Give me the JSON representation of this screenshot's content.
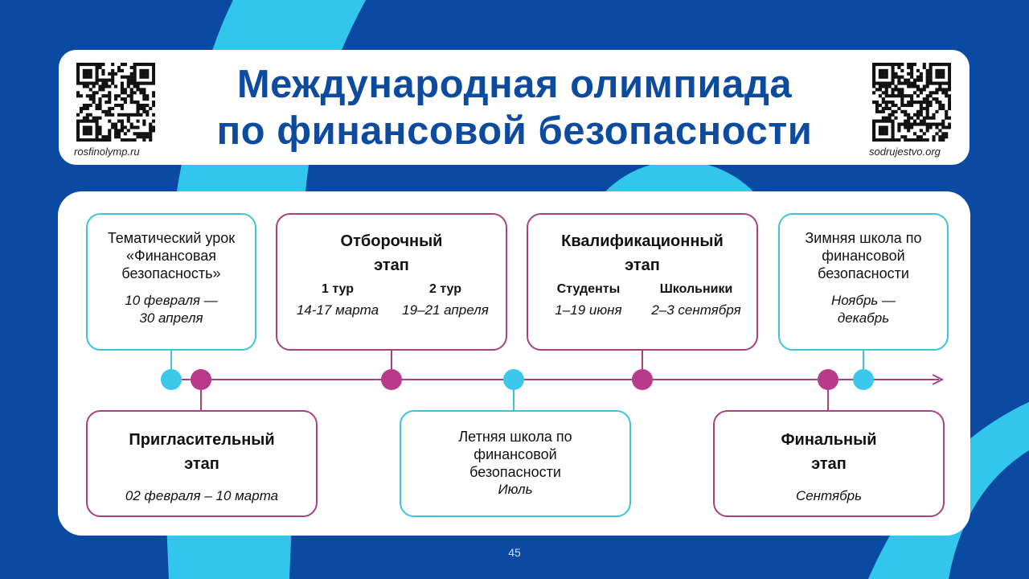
{
  "header": {
    "title_line1": "Международная олимпиада",
    "title_line2": "по финансовой безопасности",
    "left_url": "rosfinolymp.ru",
    "right_url": "sodrujestvo.org"
  },
  "colors": {
    "background": "#0b4aa2",
    "accent_cyan": "#3cc8ea",
    "accent_magenta": "#b93a8a",
    "title": "#0d4b9f"
  },
  "timeline": {
    "top": [
      {
        "title": "Тематический урок «Финансовая безопасность»",
        "dates": "10 февраля — 30 апреля"
      },
      {
        "title": "Отборочный этап",
        "rounds": [
          {
            "label": "1 тур",
            "dates": "14-17 марта"
          },
          {
            "label": "2 тур",
            "dates": "19–21 апреля"
          }
        ]
      },
      {
        "title": "Квалификационный этап",
        "rounds": [
          {
            "label": "Студенты",
            "dates": "1–19 июня"
          },
          {
            "label": "Школьники",
            "dates": "2–3 сентября"
          }
        ]
      },
      {
        "title": "Зимняя школа по финансовой безопасности",
        "dates": "Ноябрь — декабрь"
      }
    ],
    "bottom": [
      {
        "title": "Пригласительный этап",
        "dates": "02 февраля – 10 марта"
      },
      {
        "title": "Летняя школа по финансовой безопасности",
        "dates": "Июль"
      },
      {
        "title": "Финальный этап",
        "dates": "Сентябрь"
      }
    ]
  },
  "page_number": "45"
}
